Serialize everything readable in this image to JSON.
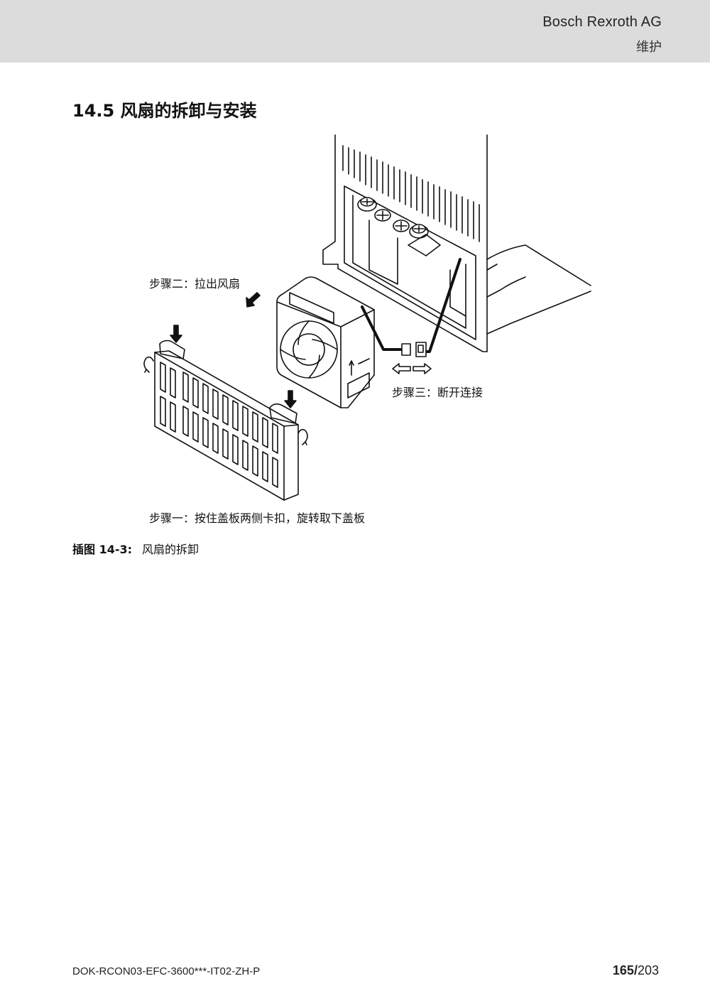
{
  "header": {
    "company": "Bosch Rexroth AG",
    "section": "维护"
  },
  "section_title": "14.5  风扇的拆卸与安装",
  "figure": {
    "steps": {
      "step2": "步骤二：拉出风扇",
      "step3": "步骤三：断开连接",
      "step1": "步骤一：按住盖板两侧卡扣，旋转取下盖板"
    },
    "caption_number": "插图 14-3:",
    "caption_text": "风扇的拆卸"
  },
  "footer": {
    "document_id": "DOK-RCON03-EFC-3600***-IT02-ZH-P",
    "page_current": "165",
    "page_separator": "/",
    "page_total": "203"
  }
}
